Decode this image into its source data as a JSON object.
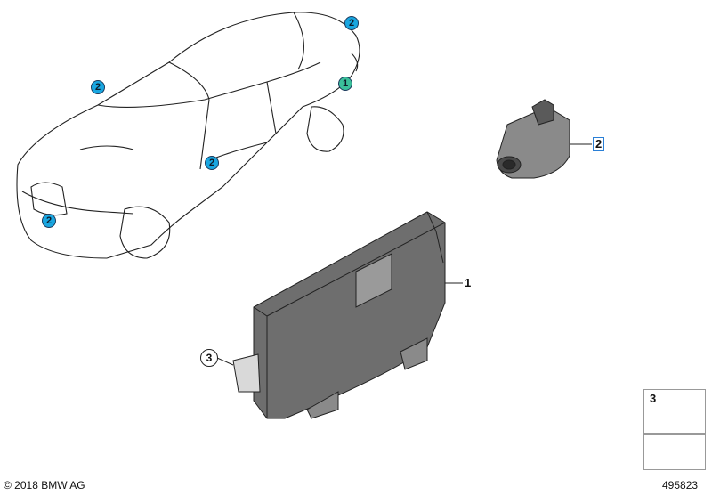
{
  "diagram": {
    "callouts_car": [
      {
        "id": "car-callout-roof-rear",
        "label": "2"
      },
      {
        "id": "car-callout-rear",
        "label": "1"
      },
      {
        "id": "car-callout-front-roof",
        "label": "2"
      },
      {
        "id": "car-callout-side",
        "label": "2"
      },
      {
        "id": "car-callout-front-bumper",
        "label": "2"
      }
    ],
    "part_labels": {
      "camera": "2",
      "control_unit": "1",
      "bracket": "3",
      "nut": "3"
    },
    "footer": {
      "copyright": "© 2018 BMW AG",
      "diagram_number": "495823"
    },
    "colors": {
      "callout_blue": "#19a6e0",
      "callout_green": "#3bbf9a",
      "box_border": "#2a7fd6"
    }
  }
}
